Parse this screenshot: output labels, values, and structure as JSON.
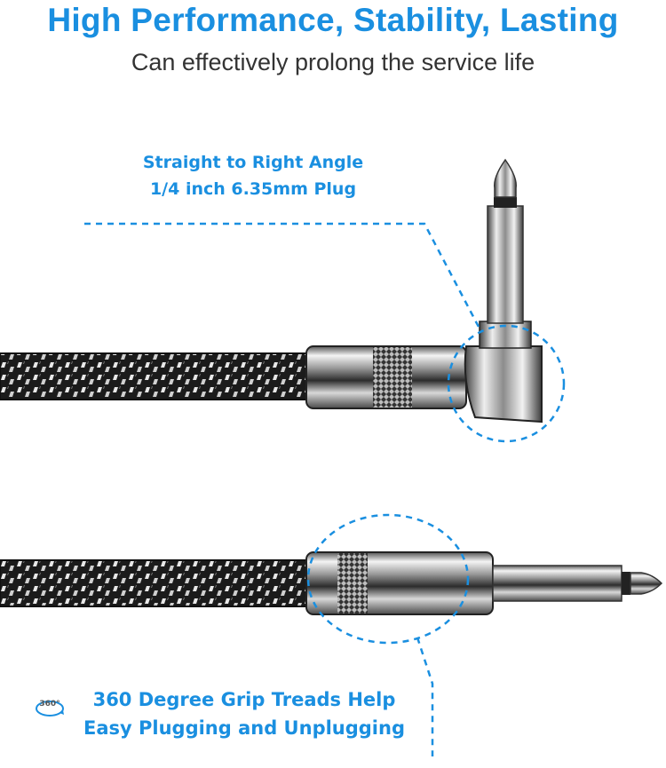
{
  "header": {
    "title": "High Performance, Stability, Lasting",
    "subtitle": "Can effectively prolong the service life"
  },
  "callouts": {
    "top_line1": "Straight to Right Angle",
    "top_line2": "1/4 inch 6.35mm Plug",
    "bottom_line1": "360 Degree Grip Treads Help",
    "bottom_line2": "Easy Plugging and Unplugging",
    "badge_text": "360°"
  },
  "colors": {
    "accent": "#1a8fe0",
    "subtitle": "#333333",
    "cable_dark": "#1b1b1b",
    "cable_light": "#e8e8e8",
    "chrome": "#c8c8c8"
  },
  "icons": {
    "badge": "rotate-360-icon"
  }
}
